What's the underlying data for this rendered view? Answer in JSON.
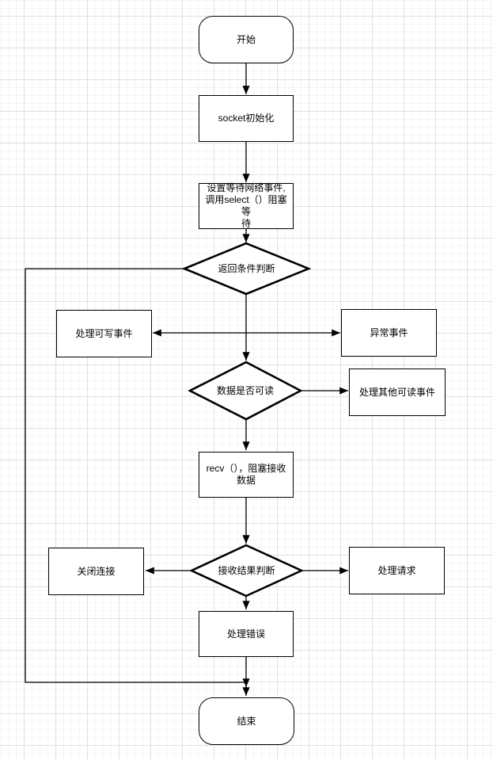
{
  "diagram": {
    "nodes": {
      "start": {
        "label": "开始",
        "shape": "rounded-rectangle"
      },
      "socket_init": {
        "label": "socket初始化",
        "shape": "rectangle"
      },
      "setup_select": {
        "label": "设置等待网络事件,\n调用select（）阻塞等\n待",
        "shape": "rectangle"
      },
      "return_condition": {
        "label": "返回条件判断",
        "shape": "diamond"
      },
      "writable": {
        "label": "处理可写事件",
        "shape": "rectangle"
      },
      "exception": {
        "label": "异常事件",
        "shape": "rectangle"
      },
      "data_readable": {
        "label": "数据是否可读",
        "shape": "diamond"
      },
      "other_readable": {
        "label": "处理其他可读事件",
        "shape": "rectangle"
      },
      "recv": {
        "label": "recv（），阻塞接收\n数据",
        "shape": "rectangle"
      },
      "recv_result": {
        "label": "接收结果判断",
        "shape": "diamond"
      },
      "close_conn": {
        "label": "关闭连接",
        "shape": "rectangle"
      },
      "handle_request": {
        "label": "处理请求",
        "shape": "rectangle"
      },
      "handle_error": {
        "label": "处理错误",
        "shape": "rectangle"
      },
      "end": {
        "label": "结束",
        "shape": "rounded-rectangle"
      }
    },
    "colors": {
      "shape_stroke": "#000000",
      "shape_fill": "#ffffff",
      "text": "#000000",
      "grid_minor": "#f4f4f4",
      "grid_major": "#e0e0e0",
      "canvas_background": "#ffffff"
    }
  }
}
